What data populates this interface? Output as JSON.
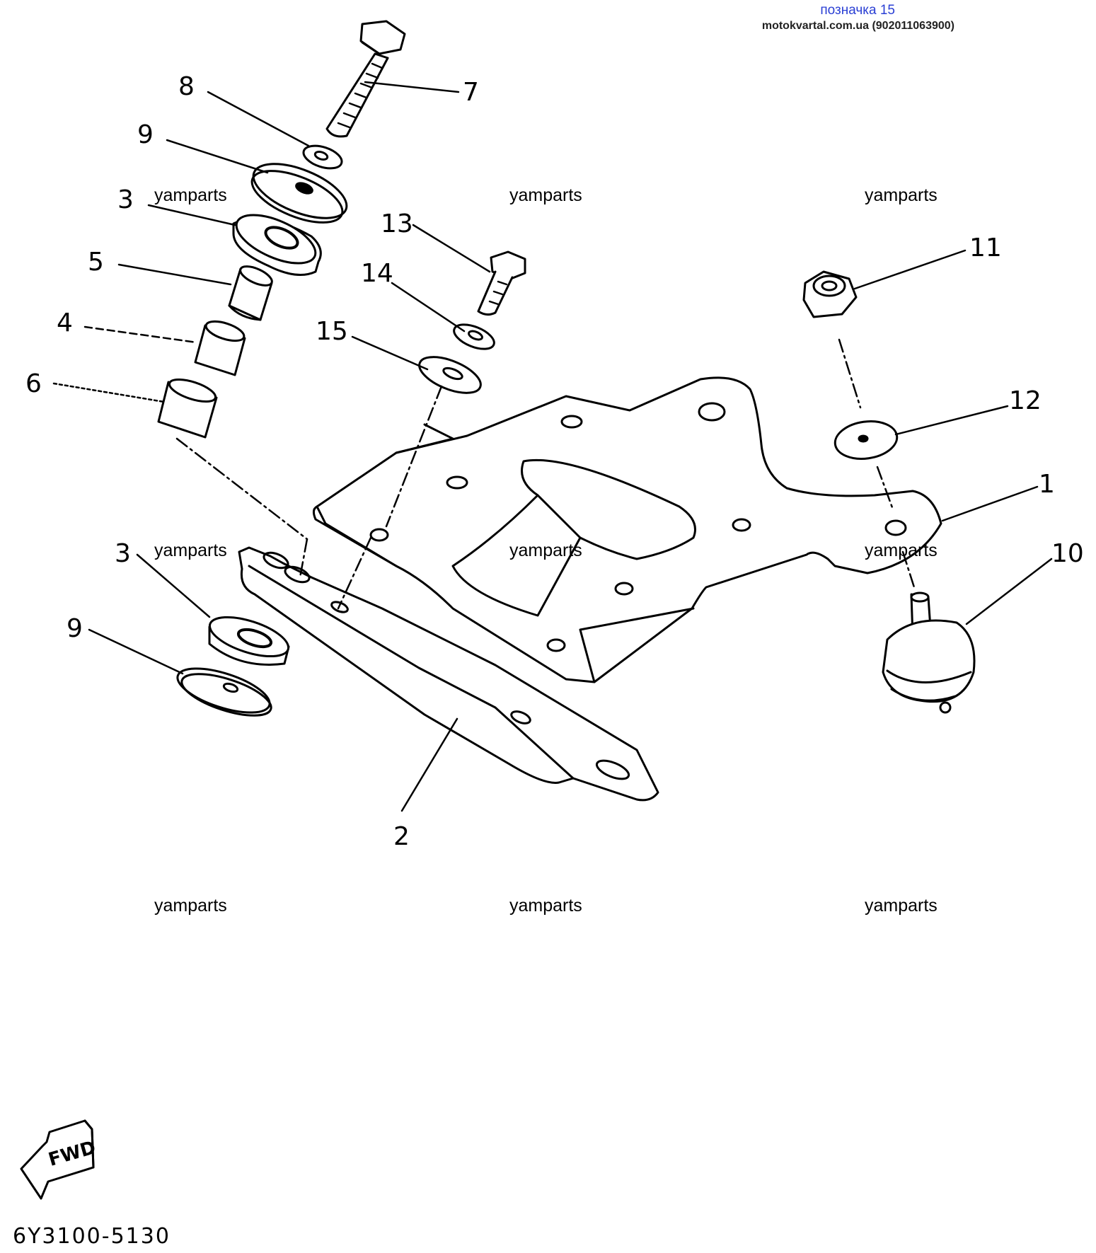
{
  "header": {
    "title": "позначка 15",
    "site": "motokvartal.com.ua (902011063900)"
  },
  "watermarks": [
    "yamparts",
    "yamparts",
    "yamparts",
    "yamparts",
    "yamparts",
    "yamparts",
    "yamparts",
    "yamparts",
    "yamparts"
  ],
  "callouts": {
    "c1": "1",
    "c2": "2",
    "c3a": "3",
    "c3b": "3",
    "c4": "4",
    "c5": "5",
    "c6": "6",
    "c7": "7",
    "c8": "8",
    "c9a": "9",
    "c9b": "9",
    "c10": "10",
    "c11": "11",
    "c12": "12",
    "c13": "13",
    "c14": "14",
    "c15": "15"
  },
  "fwd_label": "FWD",
  "diagram_code": "6Y3100-5130"
}
